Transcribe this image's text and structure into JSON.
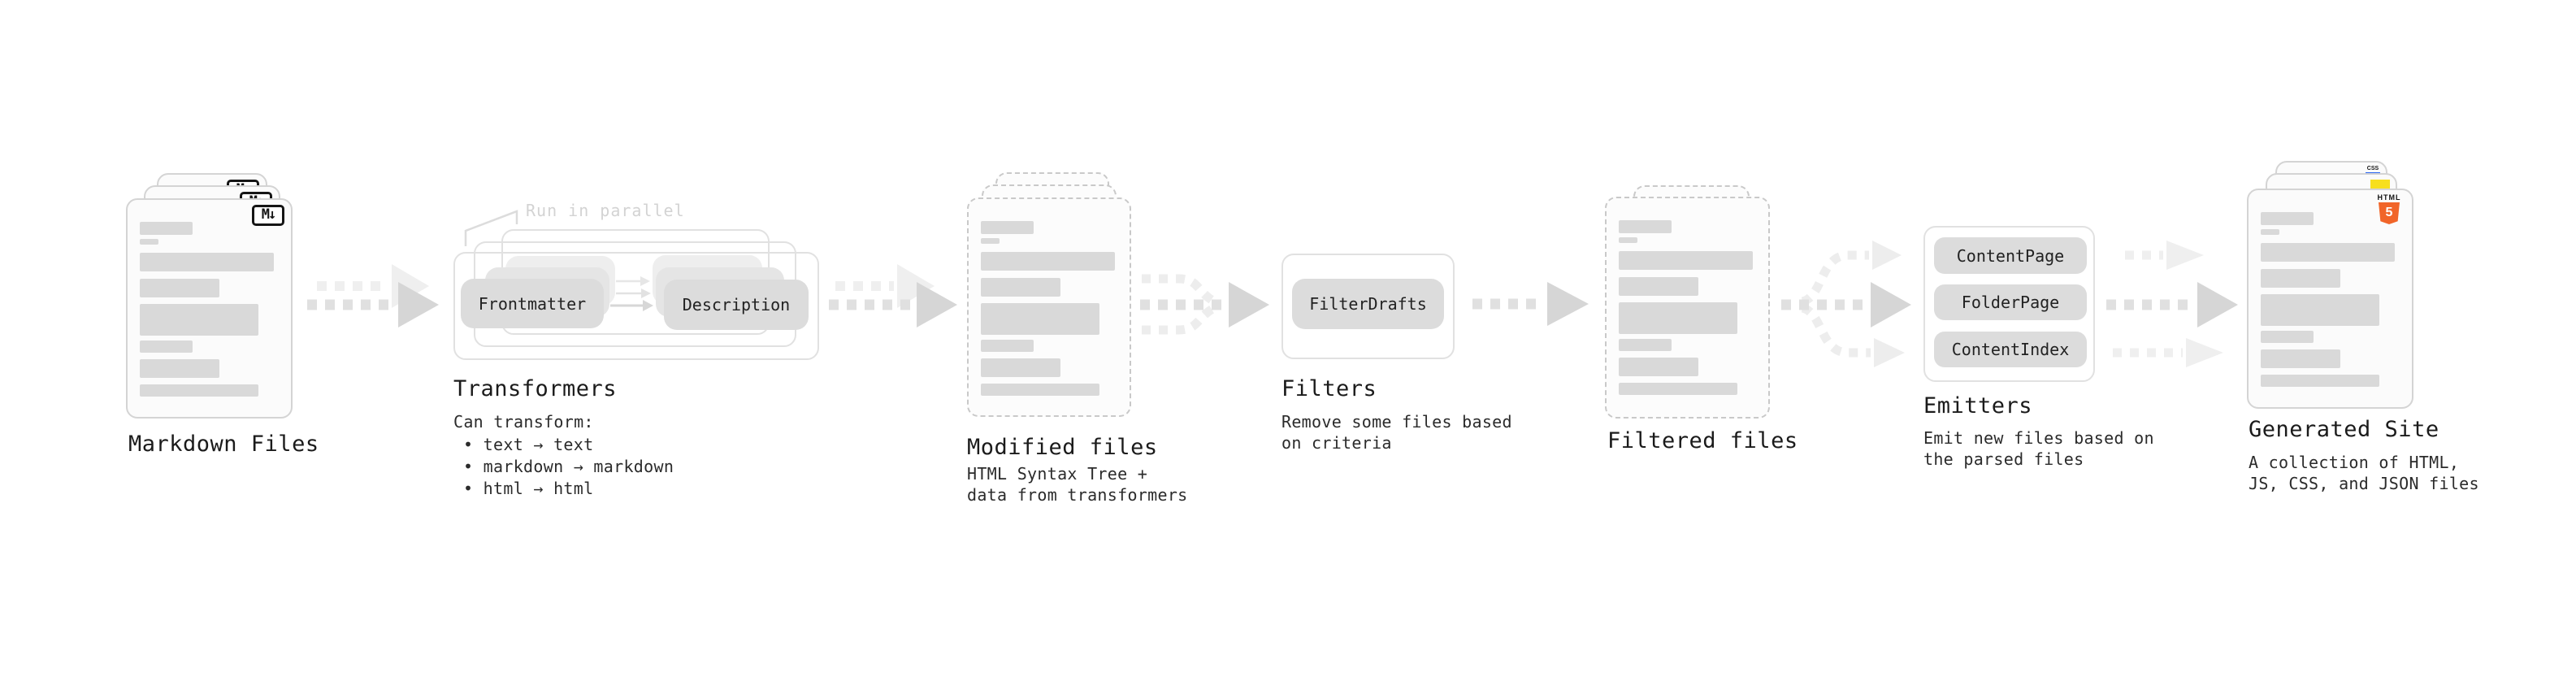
{
  "stages": {
    "markdown": {
      "title": "Markdown Files",
      "badge": "M↓"
    },
    "transformers": {
      "title": "Transformers",
      "annotation": "Run in parallel",
      "pills": [
        "Frontmatter",
        "Description"
      ],
      "caption": "Can transform:",
      "bullets": [
        "• text → text",
        "• markdown → markdown",
        "• html → html"
      ]
    },
    "modified": {
      "title": "Modified files",
      "subtitle": [
        "HTML Syntax Tree +",
        "data from transformers"
      ]
    },
    "filters": {
      "title": "Filters",
      "pills": [
        "FilterDrafts"
      ],
      "subtitle": [
        "Remove some files based",
        "on criteria"
      ]
    },
    "filtered": {
      "title": "Filtered files"
    },
    "emitters": {
      "title": "Emitters",
      "pills": [
        "ContentPage",
        "FolderPage",
        "ContentIndex"
      ],
      "subtitle": [
        "Emit new files based on",
        "the parsed files"
      ]
    },
    "generated": {
      "title": "Generated Site",
      "subtitle": [
        "A collection of HTML,",
        "JS, CSS, and JSON files"
      ],
      "badges": {
        "html_label": "HTML",
        "html_number": "5",
        "css_label": "CSS"
      }
    }
  },
  "colors": {
    "html5_orange": "#f16529",
    "js_yellow": "#f7df1e",
    "css_blue": "#2965f1"
  }
}
